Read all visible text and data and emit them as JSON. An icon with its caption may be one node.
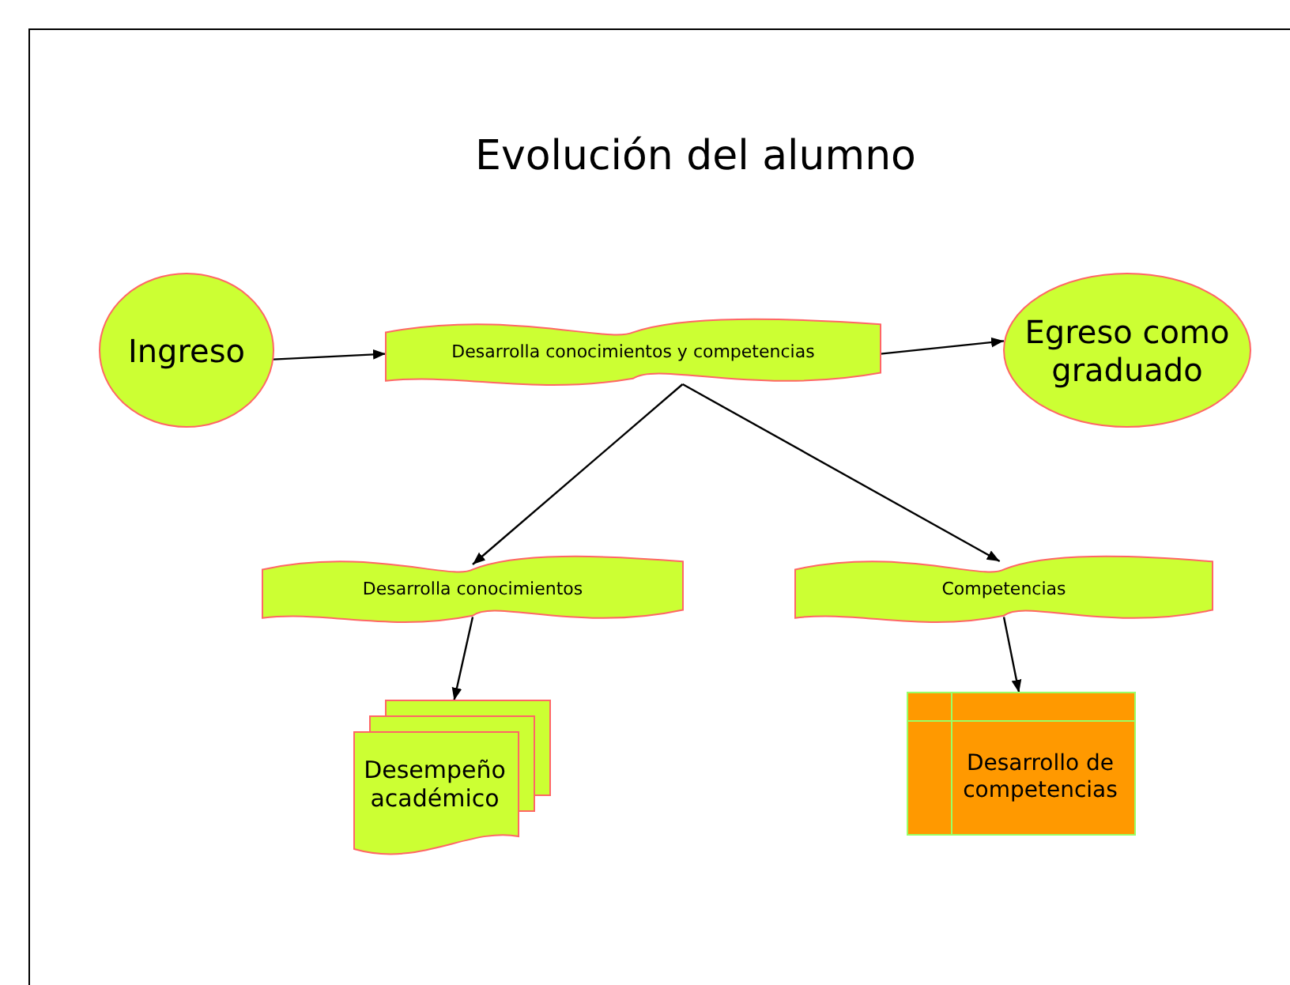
{
  "diagram": {
    "title": "Evolución del alumno",
    "nodes": [
      {
        "text": [
          "Ingreso"
        ]
      },
      {
        "text": [
          "Desarrolla conocimientos y competencias"
        ]
      },
      {
        "text": [
          "Egreso como graduado"
        ]
      },
      {
        "text": [
          "Desarrolla conocimientos"
        ]
      },
      {
        "text": [
          "Competencias"
        ]
      },
      {
        "text": [
          "Desempeño académico"
        ]
      },
      {
        "text": [
          "Desarrollo de competencias"
        ]
      }
    ],
    "edges": [
      {
        "from": 0,
        "to": 1,
        "arrow": "to"
      },
      {
        "from": 1,
        "to": 2,
        "arrow": "to"
      },
      {
        "from": 1,
        "to": 3,
        "arrow": "to"
      },
      {
        "from": 1,
        "to": 4,
        "arrow": "to"
      },
      {
        "from": 3,
        "to": 5,
        "arrow": "to"
      },
      {
        "from": 4,
        "to": 6,
        "arrow": "to"
      }
    ]
  }
}
